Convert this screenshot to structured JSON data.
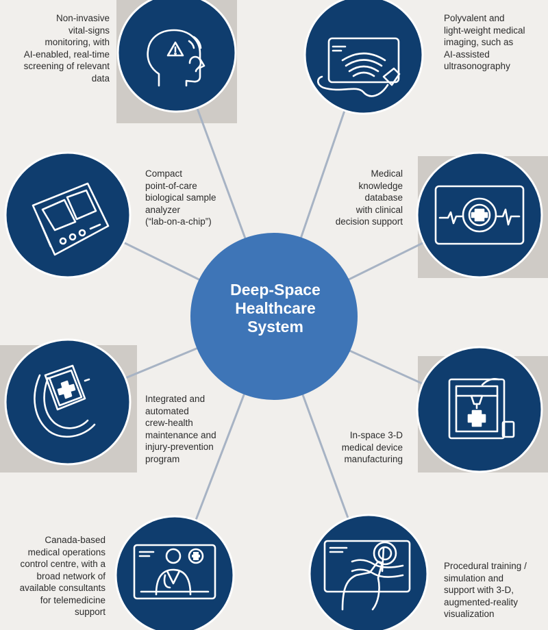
{
  "hub": {
    "title_lines": [
      "Deep-Space",
      "Healthcare",
      "System"
    ]
  },
  "nodes": [
    {
      "id": "vital-signs",
      "icon": "head-warning-icon",
      "lines": [
        "Non-invasive",
        "vital-signs",
        "monitoring, with",
        "AI-enabled, real-time",
        "screening of relevant",
        "data"
      ]
    },
    {
      "id": "imaging",
      "icon": "ultrasound-monitor-icon",
      "lines": [
        "Polyvalent and",
        "light-weight medical",
        "imaging, such as",
        "AI-assisted",
        "ultrasonography"
      ]
    },
    {
      "id": "lab-on-chip",
      "icon": "lab-analyzer-icon",
      "lines": [
        "Compact",
        "point-of-care",
        "biological sample",
        "analyzer",
        "(“lab-on-a-chip”)"
      ]
    },
    {
      "id": "knowledge-db",
      "icon": "medical-database-icon",
      "lines": [
        "Medical",
        "knowledge",
        "database",
        "with clinical",
        "decision support"
      ]
    },
    {
      "id": "crew-health",
      "icon": "smartwatch-icon",
      "lines": [
        "Integrated and",
        "automated",
        "crew-health",
        "maintenance and",
        "injury-prevention",
        "program"
      ]
    },
    {
      "id": "3d-printing",
      "icon": "3d-printer-icon",
      "lines": [
        "In-space 3-D",
        "medical device",
        "manufacturing"
      ]
    },
    {
      "id": "telemedicine",
      "icon": "doctor-screen-icon",
      "lines": [
        "Canada-based",
        "medical operations",
        "control centre, with a",
        "broad network of",
        "available consultants",
        "for telemedicine",
        "support"
      ]
    },
    {
      "id": "ar-training",
      "icon": "ar-touch-icon",
      "lines": [
        "Procedural training /",
        "simulation and",
        "support with 3-D,",
        "augmented-reality",
        "visualization"
      ]
    }
  ],
  "colors": {
    "background": "#f1efec",
    "panel": "#cfcbc6",
    "node": "#0f3d6e",
    "hub": "#3e75b7",
    "connector": "#a7b3c4",
    "icon": "#ffffff"
  }
}
